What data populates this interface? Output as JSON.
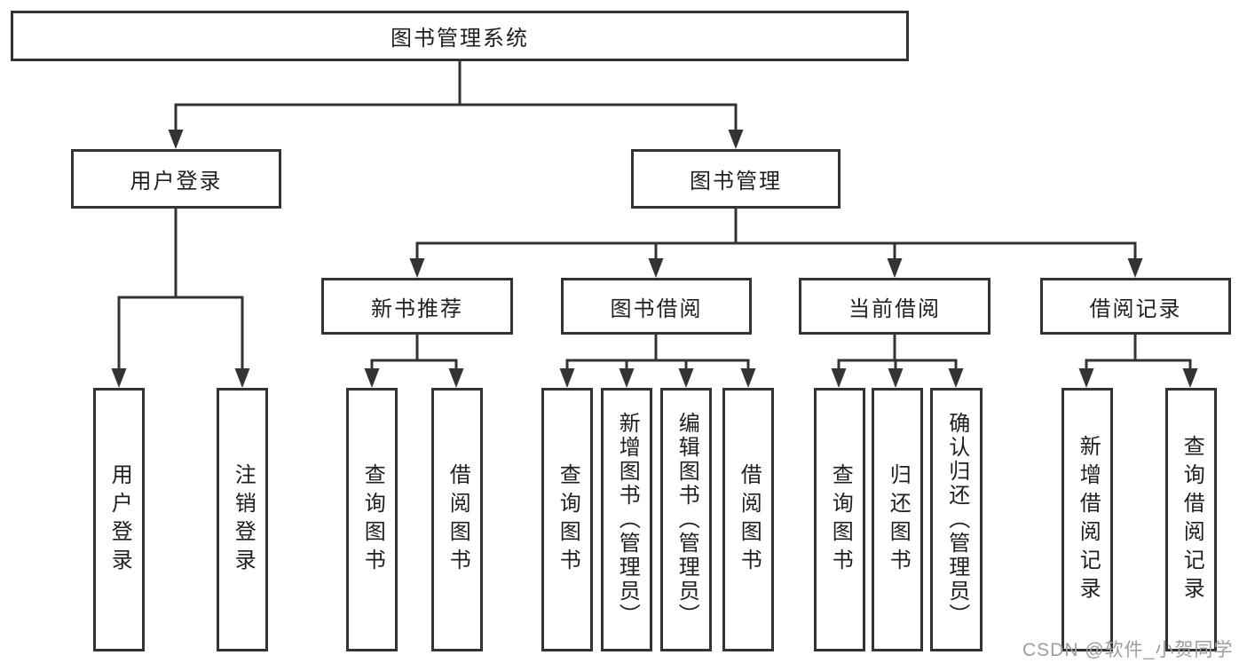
{
  "colors": {
    "background": "#ffffff",
    "line": "#333333",
    "box_border": "#333333",
    "text": "#1f1f1f",
    "watermark": "#9e9e9e"
  },
  "watermark": {
    "text": "CSDN @软件_小贺同学"
  },
  "tree": {
    "root": {
      "label": "图书管理系统"
    },
    "login": {
      "label": "用户登录",
      "children": [
        {
          "label": "用户登录"
        },
        {
          "label": "注销登录"
        }
      ]
    },
    "management": {
      "label": "图书管理",
      "sections": [
        {
          "label": "新书推荐",
          "children": [
            {
              "label": "查询图书"
            },
            {
              "label": "借阅图书"
            }
          ]
        },
        {
          "label": "图书借阅",
          "children": [
            {
              "label": "查询图书"
            },
            {
              "label": "新增图书（管理员）"
            },
            {
              "label": "编辑图书（管理员）"
            },
            {
              "label": "借阅图书"
            }
          ]
        },
        {
          "label": "当前借阅",
          "children": [
            {
              "label": "查询图书"
            },
            {
              "label": "归还图书"
            },
            {
              "label": "确认归还（管理员）"
            }
          ]
        },
        {
          "label": "借阅记录",
          "children": [
            {
              "label": "新增借阅记录"
            },
            {
              "label": "查询借阅记录"
            }
          ]
        }
      ]
    }
  }
}
